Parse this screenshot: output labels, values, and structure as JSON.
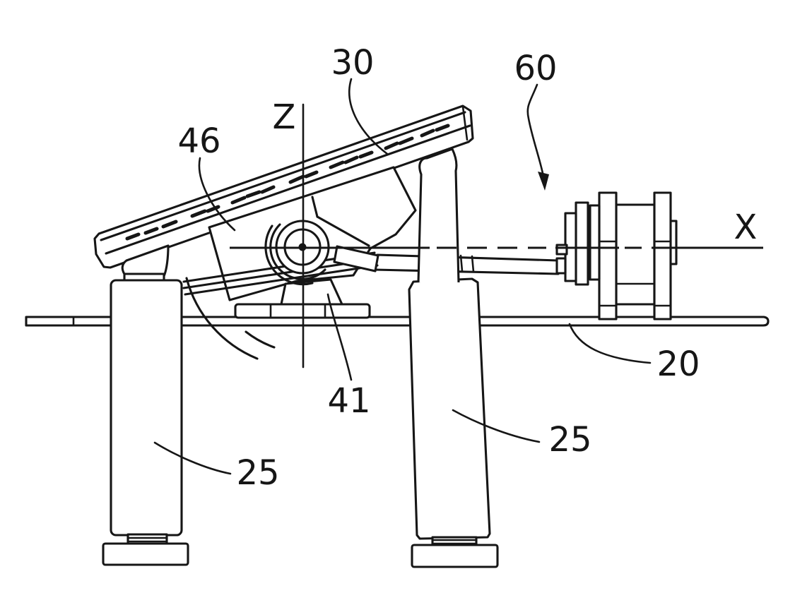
{
  "figure": {
    "type": "patent-line-drawing",
    "description": "Side view of a pivoting platform assembly on jack legs with actuator",
    "colors": {
      "ink": "#161616",
      "background": "#ffffff"
    },
    "labels": {
      "platform": "30",
      "tilt_frame": "46",
      "assembly": "60",
      "axis_z": "Z",
      "axis_x": "X",
      "base_plate": "20",
      "pivot_base": "41",
      "left_leg": "25",
      "right_leg": "25"
    }
  }
}
